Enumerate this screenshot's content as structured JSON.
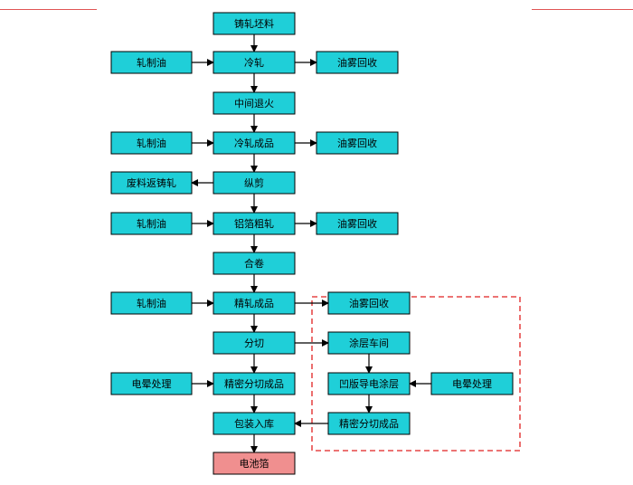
{
  "colors": {
    "box_fill": "#1fcfd8",
    "final_fill": "#f08f8f",
    "outline": "#000000",
    "dashed_frame": "#e02020",
    "top_rule": "#e05555"
  },
  "nodes": [
    {
      "id": "cast-billet",
      "label": "铸轧坯料"
    },
    {
      "id": "oil-1",
      "label": "轧制油"
    },
    {
      "id": "cold-rolling",
      "label": "冷轧"
    },
    {
      "id": "mist-1",
      "label": "油雾回收"
    },
    {
      "id": "annealing",
      "label": "中间退火"
    },
    {
      "id": "oil-2",
      "label": "轧制油"
    },
    {
      "id": "cold-finished",
      "label": "冷轧成品"
    },
    {
      "id": "mist-2",
      "label": "油雾回收"
    },
    {
      "id": "scrap",
      "label": "废料返铸轧"
    },
    {
      "id": "slitting",
      "label": "纵剪"
    },
    {
      "id": "oil-3",
      "label": "轧制油"
    },
    {
      "id": "rough-rolling",
      "label": "铝箔粗轧"
    },
    {
      "id": "mist-3",
      "label": "油雾回收"
    },
    {
      "id": "doubling",
      "label": "合卷"
    },
    {
      "id": "oil-4",
      "label": "轧制油"
    },
    {
      "id": "finish-rolling",
      "label": "精轧成品"
    },
    {
      "id": "mist-4",
      "label": "油雾回收"
    },
    {
      "id": "cutting",
      "label": "分切"
    },
    {
      "id": "coating-shop",
      "label": "涂层车间"
    },
    {
      "id": "electro-1",
      "label": "电晕处理"
    },
    {
      "id": "precision-cut-1",
      "label": "精密分切成品"
    },
    {
      "id": "gravure-coating",
      "label": "凹版导电涂层"
    },
    {
      "id": "electro-2",
      "label": "电晕处理"
    },
    {
      "id": "packing",
      "label": "包装入库"
    },
    {
      "id": "precision-cut-2",
      "label": "精密分切成品"
    },
    {
      "id": "battery-foil",
      "label": "电池箔"
    }
  ]
}
